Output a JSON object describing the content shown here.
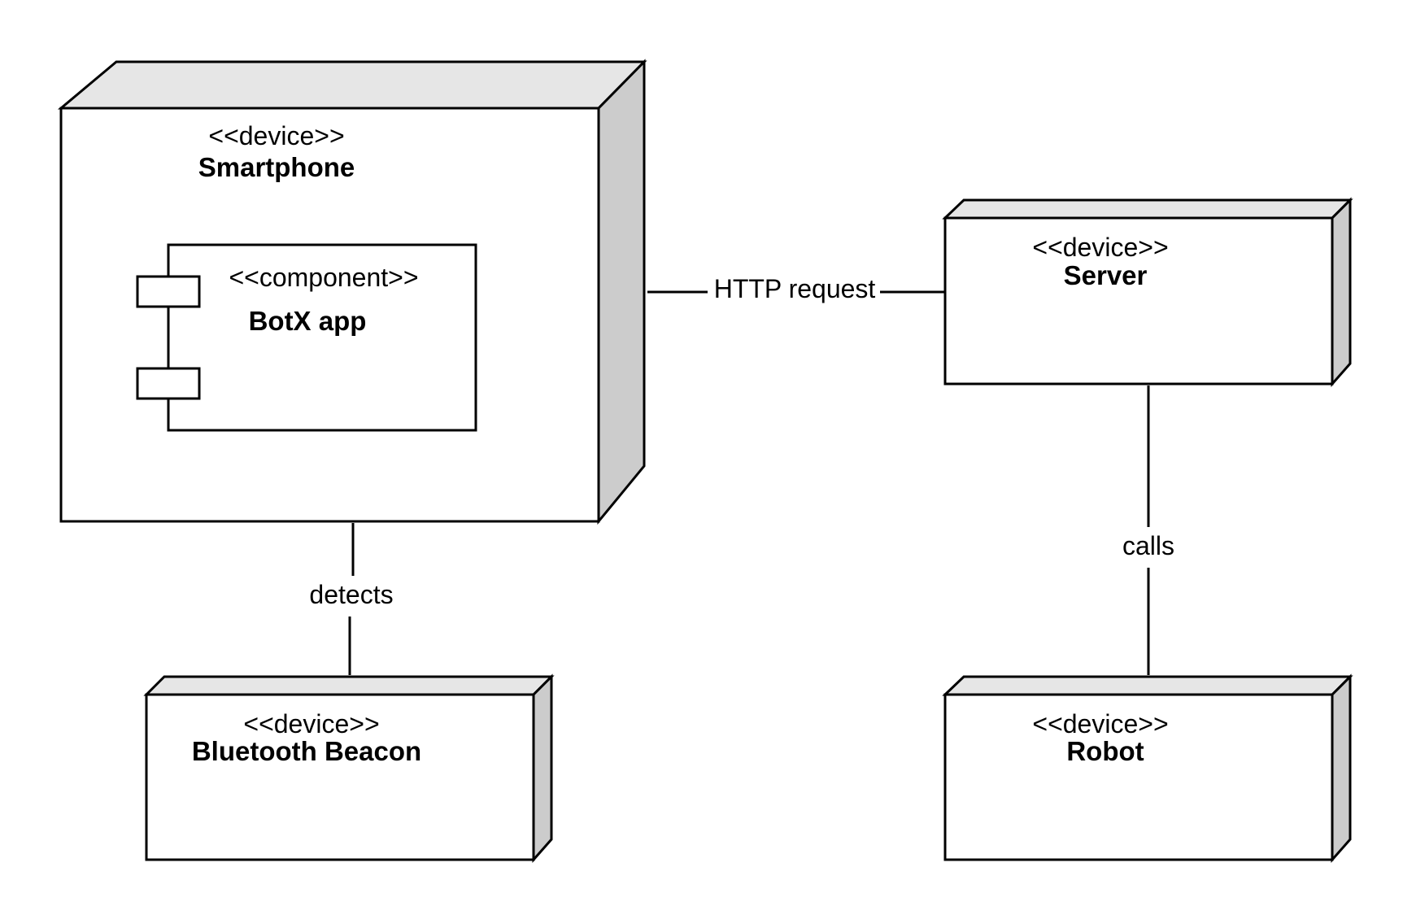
{
  "nodes": {
    "smartphone": {
      "stereotype": "<<device>>",
      "name": "Smartphone"
    },
    "server": {
      "stereotype": "<<device>>",
      "name": "Server"
    },
    "beacon": {
      "stereotype": "<<device>>",
      "name": "Bluetooth Beacon"
    },
    "robot": {
      "stereotype": "<<device>>",
      "name": "Robot"
    }
  },
  "component": {
    "stereotype": "<<component>>",
    "name": "BotX app"
  },
  "edges": {
    "smartphone_server": "HTTP request",
    "smartphone_beacon": "detects",
    "server_robot": "calls"
  },
  "colors": {
    "node_top": "#e6e6e6",
    "node_side": "#cccccc",
    "stroke": "#000000"
  }
}
